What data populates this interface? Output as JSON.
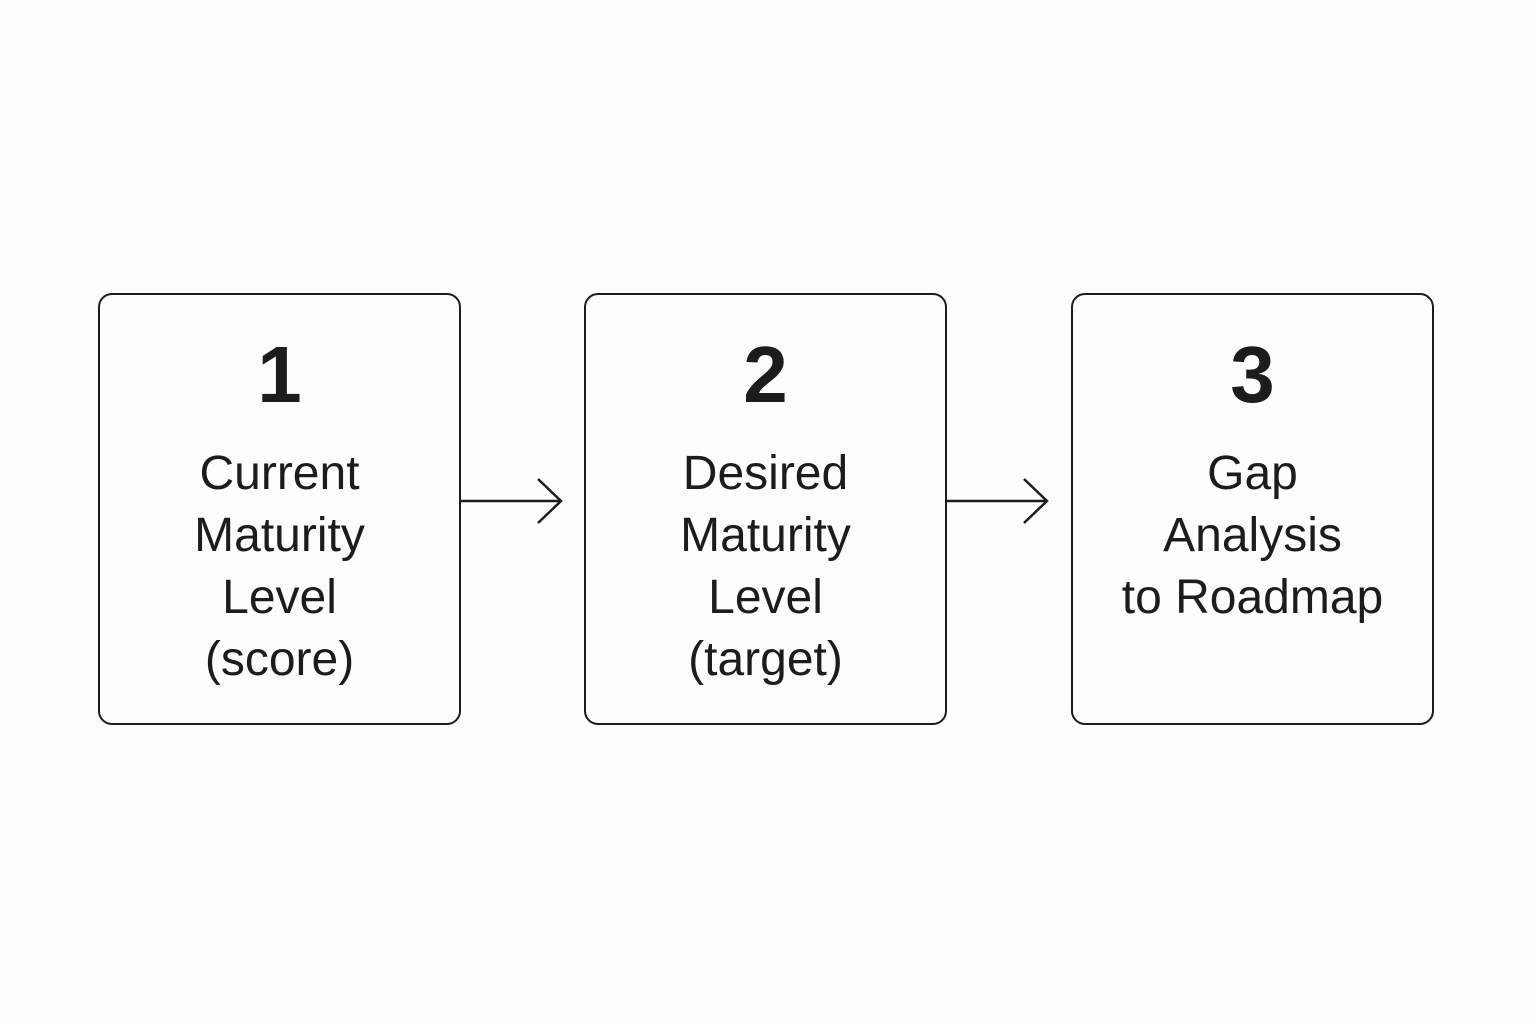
{
  "steps": [
    {
      "number": "1",
      "lines": [
        "Current",
        "Maturity",
        "Level",
        "(score)"
      ]
    },
    {
      "number": "2",
      "lines": [
        "Desired",
        "Maturity",
        "Level",
        "(target)"
      ]
    },
    {
      "number": "3",
      "lines": [
        "Gap",
        "Analysis",
        "to Roadmap"
      ]
    }
  ],
  "colors": {
    "stroke": "#1c1c1c",
    "background": "#fdfdfc"
  },
  "icons": {
    "connector": "arrow-right-icon"
  }
}
